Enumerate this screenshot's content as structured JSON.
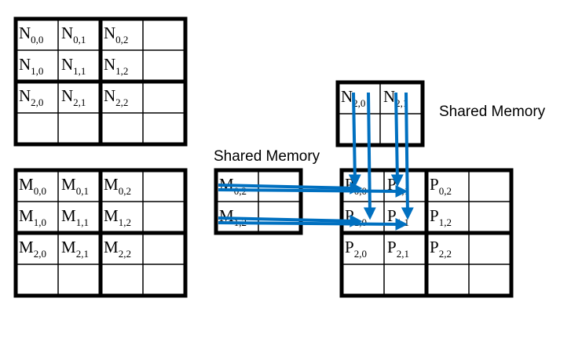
{
  "diagram": {
    "matrices": {
      "N": {
        "cells": [
          [
            "N_{0,0}",
            "N_{0,1}",
            "N_{0,2}",
            ""
          ],
          [
            "N_{1,0}",
            "N_{1,1}",
            "N_{1,2}",
            ""
          ],
          [
            "N_{2,0}",
            "N_{2,1}",
            "N_{2,2}",
            ""
          ],
          [
            "",
            "",
            "",
            ""
          ]
        ]
      },
      "M": {
        "cells": [
          [
            "M_{0,0}",
            "M_{0,1}",
            "M_{0,2}",
            ""
          ],
          [
            "M_{1,0}",
            "M_{1,1}",
            "M_{1,2}",
            ""
          ],
          [
            "M_{2,0}",
            "M_{2,1}",
            "M_{2,2}",
            ""
          ],
          [
            "",
            "",
            "",
            ""
          ]
        ]
      },
      "P": {
        "cells": [
          [
            "P_{0,0}",
            "P_{0,1}",
            "P_{0,2}",
            ""
          ],
          [
            "P_{1,0}",
            "P_{1,1}",
            "P_{1,2}",
            ""
          ],
          [
            "P_{2,0}",
            "P_{2,1}",
            "P_{2,2}",
            ""
          ],
          [
            "",
            "",
            "",
            ""
          ]
        ]
      },
      "shared_N": {
        "cells": [
          [
            "N_{2,0}",
            "N_{2,1}"
          ],
          [
            "",
            ""
          ]
        ]
      },
      "shared_M": {
        "cells": [
          [
            "M_{0,2}",
            ""
          ],
          [
            "M_{1,2}",
            ""
          ]
        ]
      }
    },
    "captions": {
      "shared_n": "Shared Memory",
      "shared_m": "Shared Memory"
    },
    "colors": {
      "grid": "#000000",
      "arrow": "#0070c0"
    }
  }
}
